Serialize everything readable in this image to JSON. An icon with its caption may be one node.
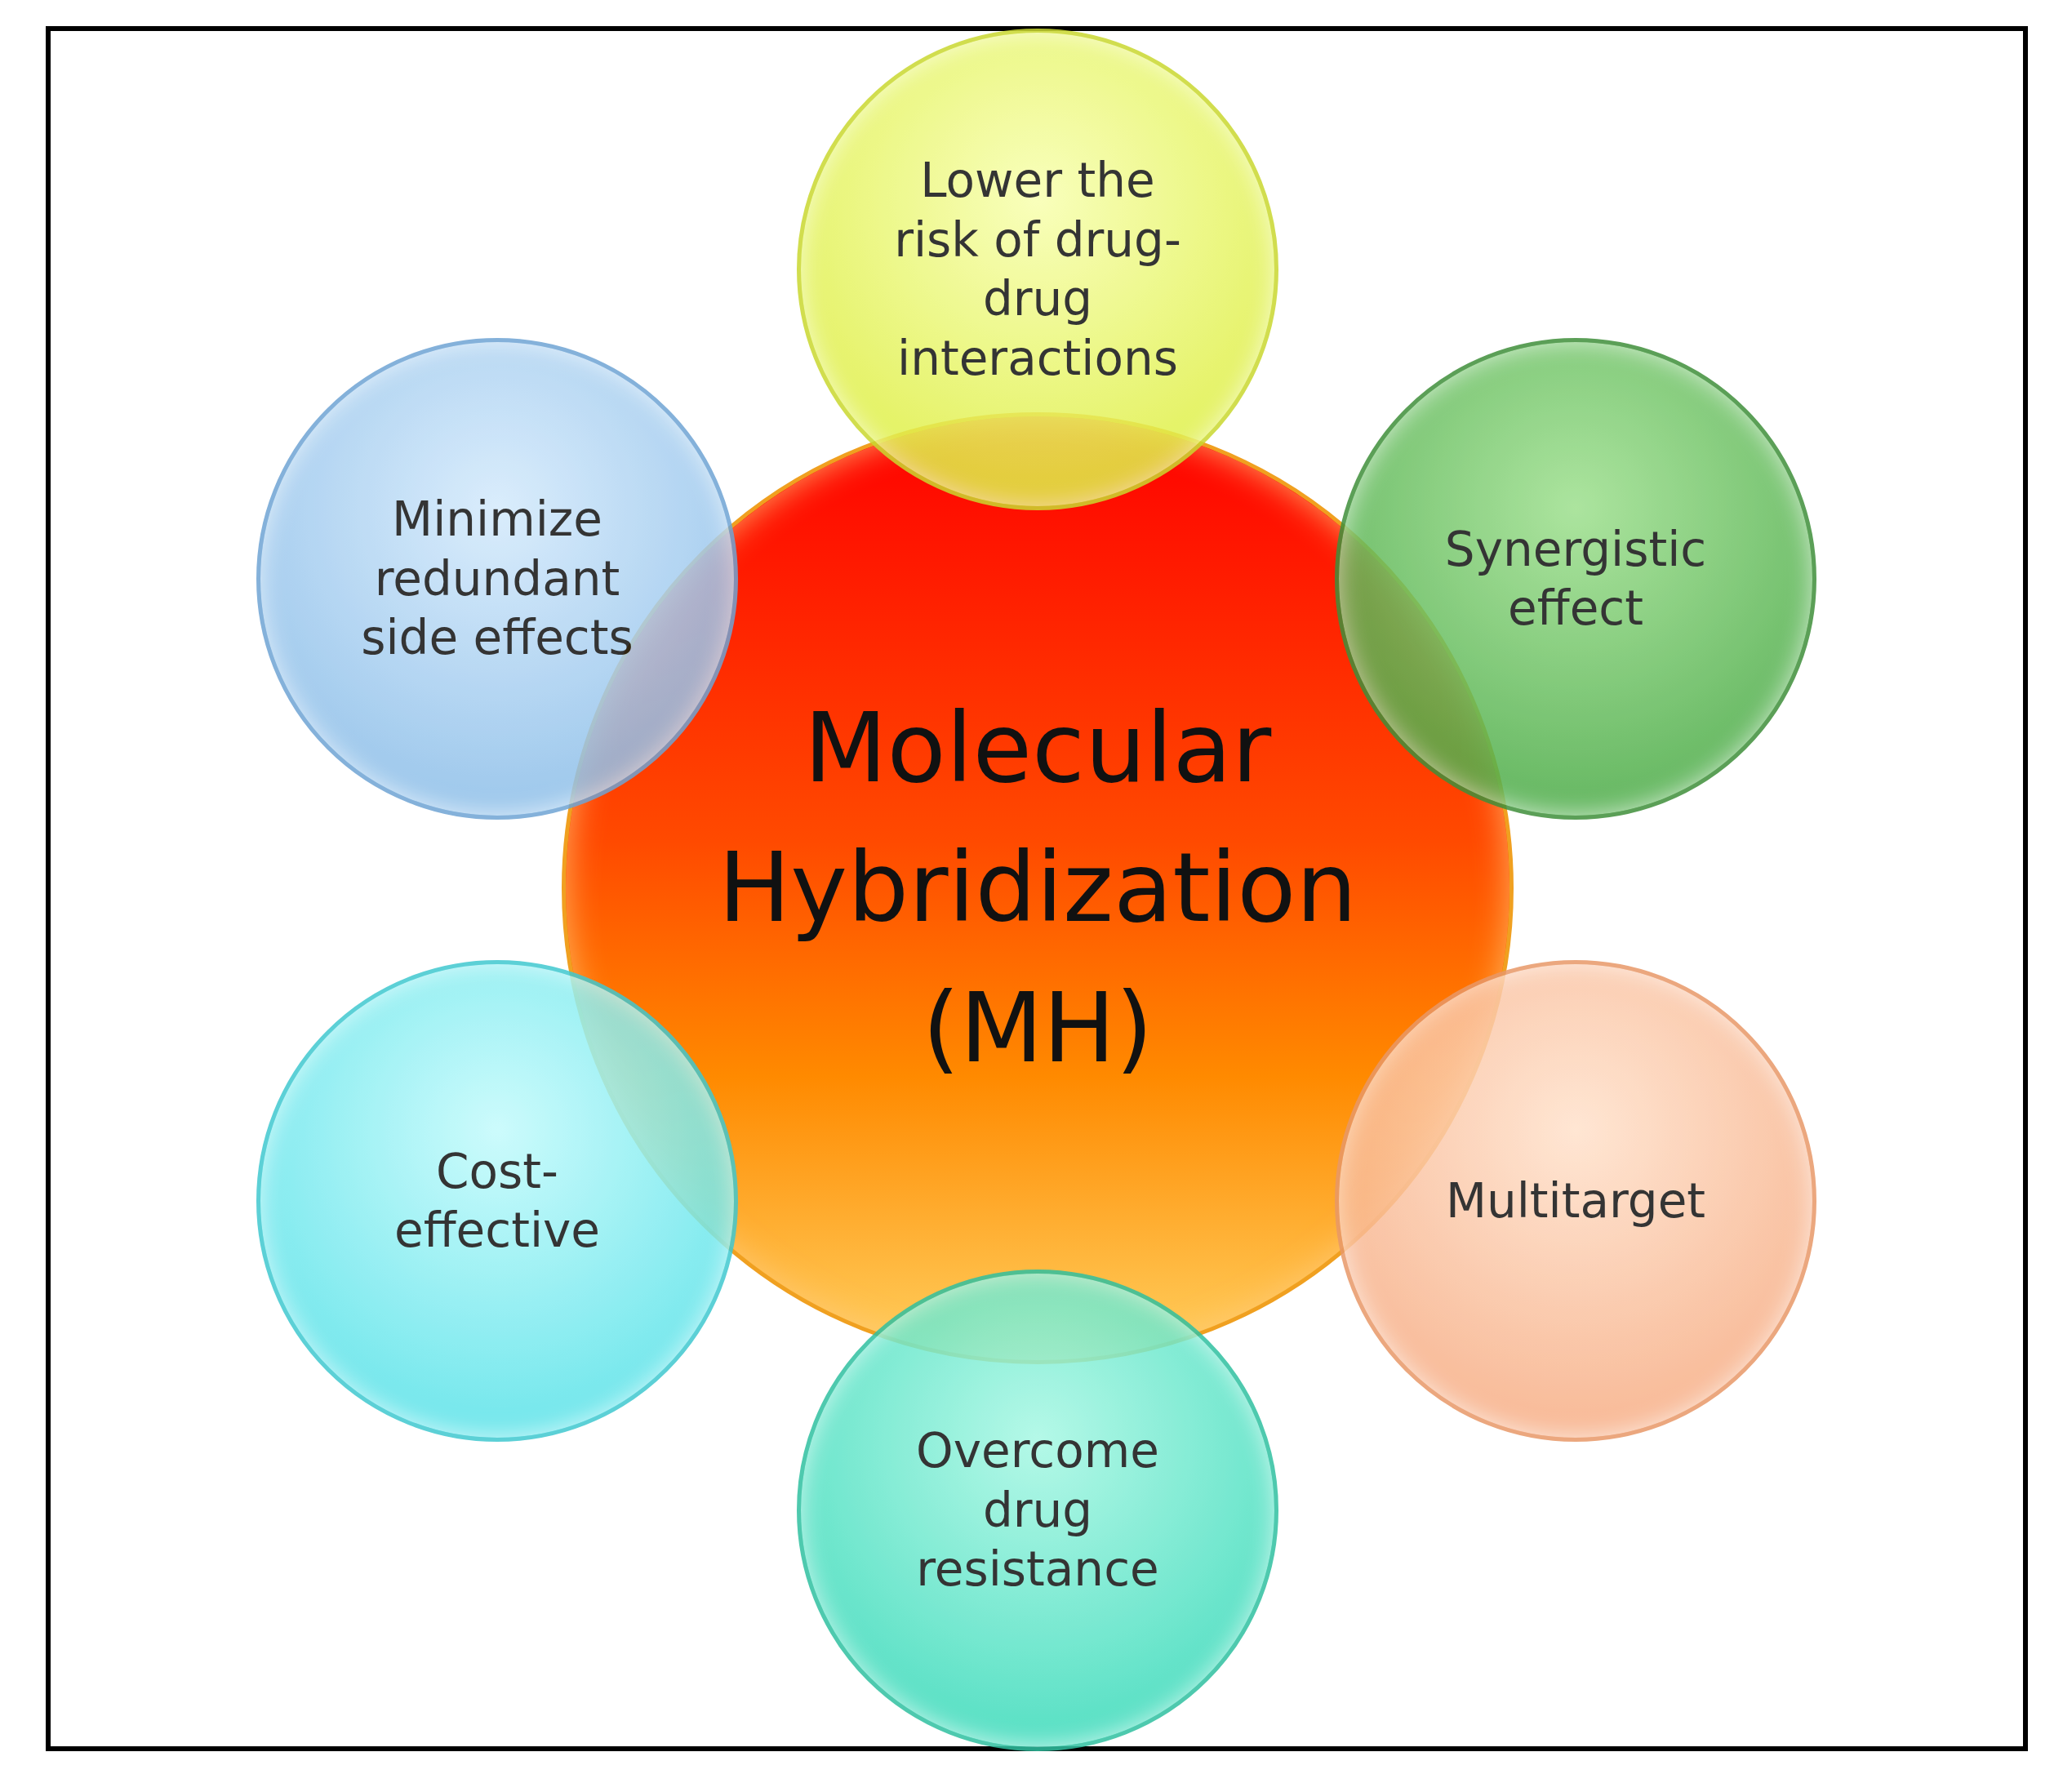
{
  "diagram": {
    "nodes": [
      {
        "text": [
          "Lower the risk of drug-drug interactions"
        ]
      },
      {
        "text": [
          "Minimize redundant side effects"
        ]
      },
      {
        "text": [
          "Synergistic effect"
        ]
      },
      {
        "text": [
          "Molecular Hybridization (MH)"
        ]
      },
      {
        "text": [
          "Cost-effective"
        ]
      },
      {
        "text": [
          "Multitarget"
        ]
      },
      {
        "text": [
          "Overcome drug resistance"
        ]
      }
    ],
    "edges": []
  }
}
